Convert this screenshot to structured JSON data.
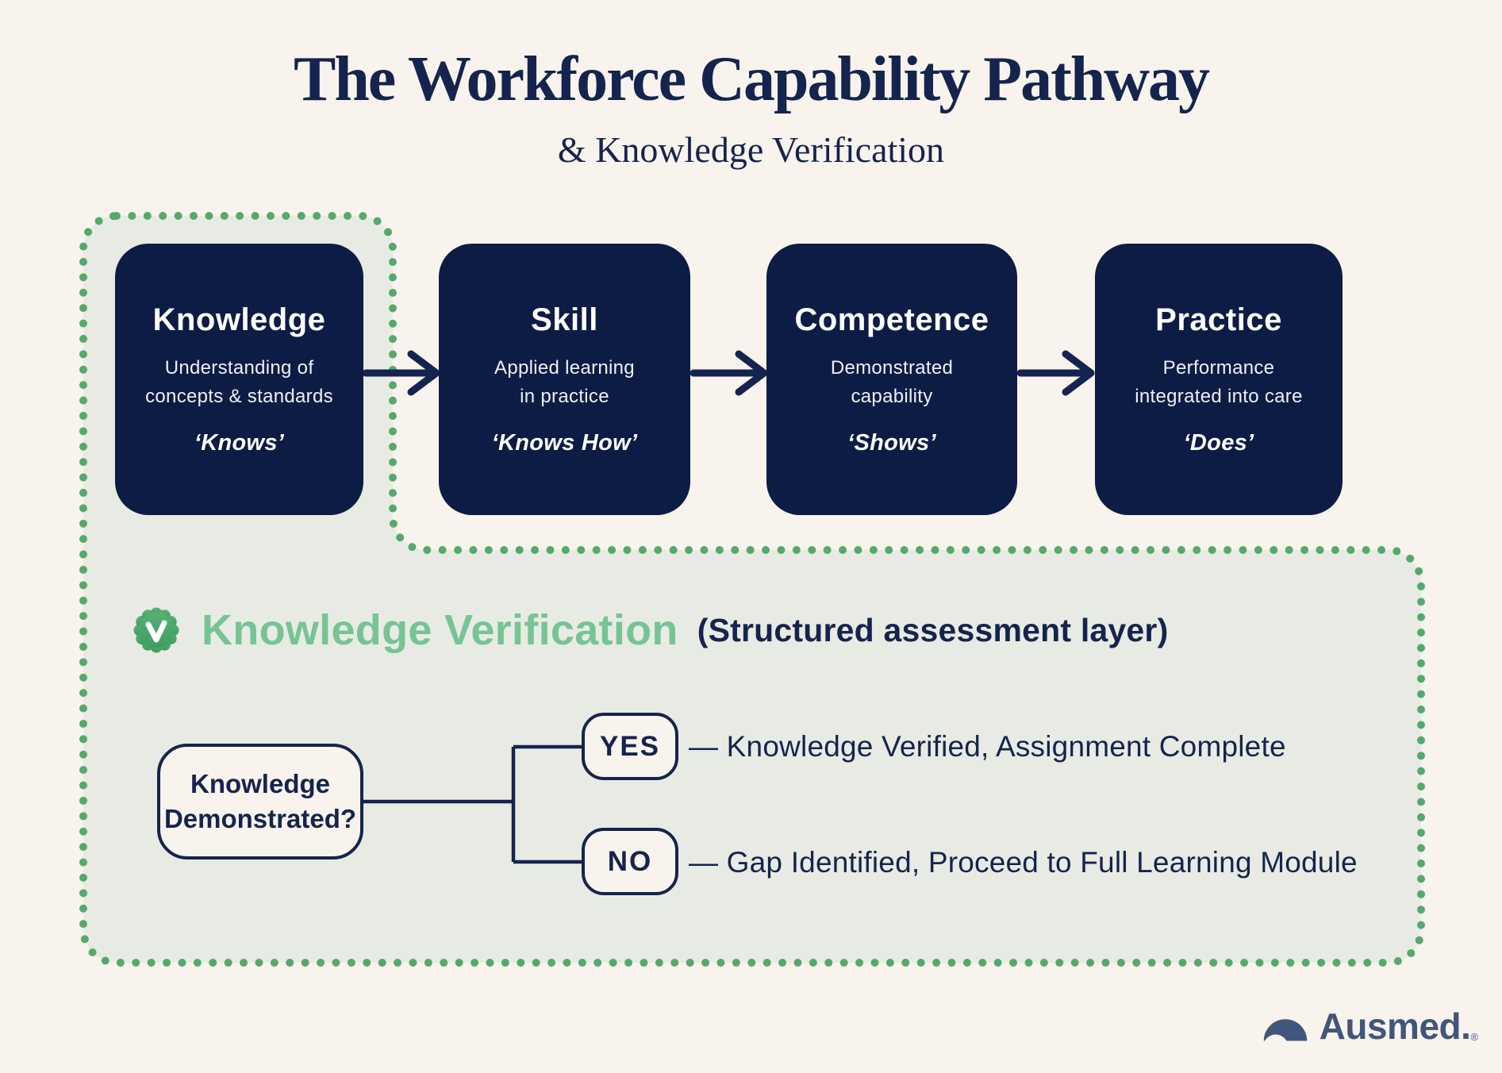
{
  "title": "The Workforce Capability Pathway",
  "subtitle": "& Knowledge Verification",
  "colors": {
    "cream": "#f8f3ec",
    "sage": "#e8ebe3",
    "navy": "#15244e",
    "box-navy": "#0d1c45",
    "green-dot": "#55a96e",
    "green-head": "#76c493",
    "badge-green": "#46a363",
    "slate": "#42567b",
    "white": "#ffffff"
  },
  "stages": [
    {
      "title": "Knowledge",
      "desc1": "Understanding of",
      "desc2": "concepts & standards",
      "quote": "‘Knows’"
    },
    {
      "title": "Skill",
      "desc1": "Applied learning",
      "desc2": "in practice",
      "quote": "‘Knows How’"
    },
    {
      "title": "Competence",
      "desc1": "Demonstrated",
      "desc2": "capability",
      "quote": "‘Shows’"
    },
    {
      "title": "Practice",
      "desc1": "Performance",
      "desc2": "integrated into care",
      "quote": "‘Does’"
    }
  ],
  "verification": {
    "icon": "check-badge-icon",
    "heading": "Knowledge Verification",
    "note": "(Structured assessment layer)",
    "question_line1": "Knowledge",
    "question_line2": "Demonstrated?",
    "branches": [
      {
        "label": "YES",
        "result": "— Knowledge Verified, Assignment Complete"
      },
      {
        "label": "NO",
        "result": "— Gap Identified, Proceed to Full Learning Module"
      }
    ]
  },
  "footer": {
    "brand": "Ausmed.",
    "registered": "®"
  }
}
